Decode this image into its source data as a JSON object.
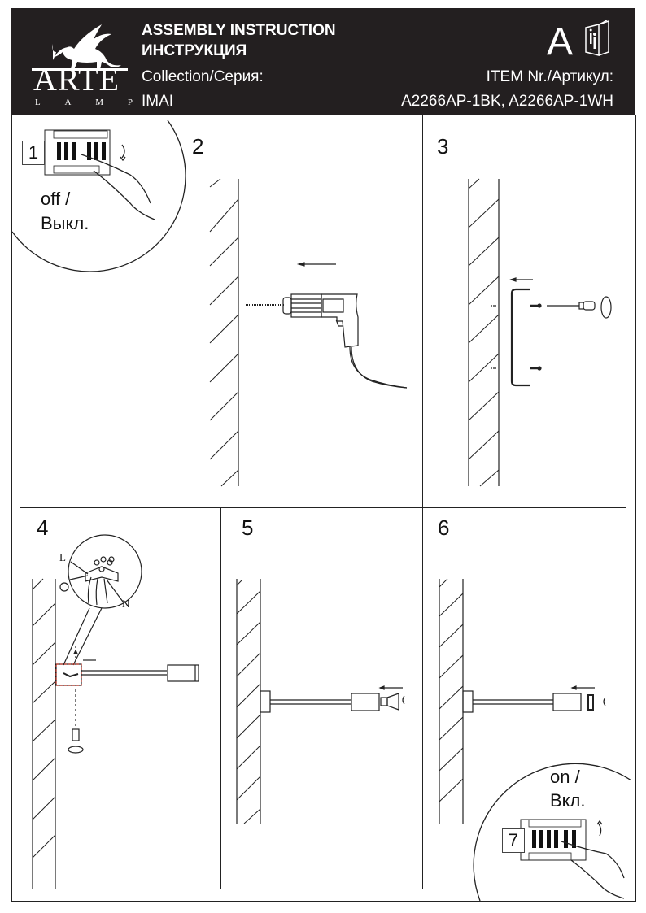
{
  "header": {
    "brand_word": "ARTE",
    "brand_sub": [
      "L",
      "A",
      "M",
      "P"
    ],
    "title_en": "ASSEMBLY INSTRUCTION",
    "title_ru": "ИНСТРУКЦИЯ",
    "collection_label": "Collection/Серия:",
    "collection_value": "IMAI",
    "doc_letter": "A",
    "item_label": "ITEM Nr./Артикул:",
    "item_value": "A2266AP-1BK, A2266AP-1WH",
    "icons": [
      "griffin-logo",
      "manual-book-icon"
    ]
  },
  "steps": [
    {
      "number": "1",
      "caption": [
        "off /",
        "Выкл."
      ],
      "icon": "circuit-breaker-off"
    },
    {
      "number": "2",
      "icon": "drill-into-wall"
    },
    {
      "number": "3",
      "icon": "mount-bracket-screws"
    },
    {
      "number": "4",
      "icon": "connect-wires",
      "wire_labels": [
        "L",
        "N"
      ],
      "ground_icon": "ground-icon"
    },
    {
      "number": "5",
      "icon": "insert-bulb"
    },
    {
      "number": "6",
      "icon": "attach-cap"
    },
    {
      "number": "7",
      "caption": [
        "on /",
        "Вкл."
      ],
      "icon": "circuit-breaker-on"
    }
  ],
  "colors": {
    "header_bg": "#231f20",
    "line": "#222222",
    "detail_red": "#c0392b"
  }
}
